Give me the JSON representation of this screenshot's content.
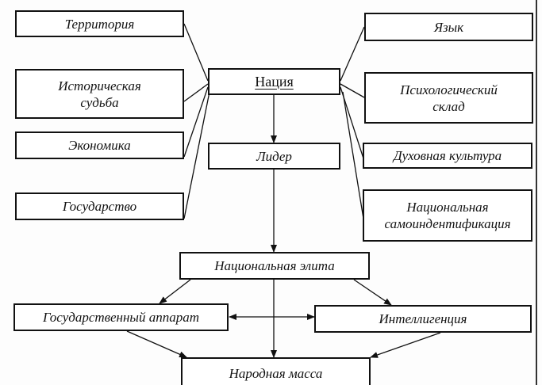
{
  "diagram": {
    "nodes": {
      "nation": "Нация",
      "territory": "Территория",
      "historical_fate": "Историческая\nсудьба",
      "economy": "Экономика",
      "state": "Государство",
      "language": "Язык",
      "psychological_makeup": "Психологический\nсклад",
      "spiritual_culture": "Духовная культура",
      "national_self_identification": "Национальная\nсамоиндентификация",
      "leader": "Лидер",
      "national_elite": "Национальная элита",
      "state_apparatus": "Государственный аппарат",
      "intelligentsia": "Интеллигенция",
      "masses": "Народная масса"
    },
    "edges": [
      {
        "from": "territory",
        "to": "nation",
        "type": "line"
      },
      {
        "from": "historical_fate",
        "to": "nation",
        "type": "line"
      },
      {
        "from": "economy",
        "to": "nation",
        "type": "line"
      },
      {
        "from": "state",
        "to": "nation",
        "type": "line"
      },
      {
        "from": "language",
        "to": "nation",
        "type": "line"
      },
      {
        "from": "psychological_makeup",
        "to": "nation",
        "type": "line"
      },
      {
        "from": "spiritual_culture",
        "to": "nation",
        "type": "line"
      },
      {
        "from": "national_self_identification",
        "to": "nation",
        "type": "line"
      },
      {
        "from": "nation",
        "to": "leader",
        "type": "arrow"
      },
      {
        "from": "leader",
        "to": "national_elite",
        "type": "arrow"
      },
      {
        "from": "national_elite",
        "to": "state_apparatus",
        "type": "arrow"
      },
      {
        "from": "national_elite",
        "to": "intelligentsia",
        "type": "arrow"
      },
      {
        "from": "national_elite",
        "to": "masses",
        "type": "arrow"
      },
      {
        "from": "state_apparatus",
        "to": "intelligentsia",
        "type": "double-arrow"
      },
      {
        "from": "state_apparatus",
        "to": "masses",
        "type": "arrow"
      },
      {
        "from": "intelligentsia",
        "to": "masses",
        "type": "arrow"
      }
    ]
  }
}
